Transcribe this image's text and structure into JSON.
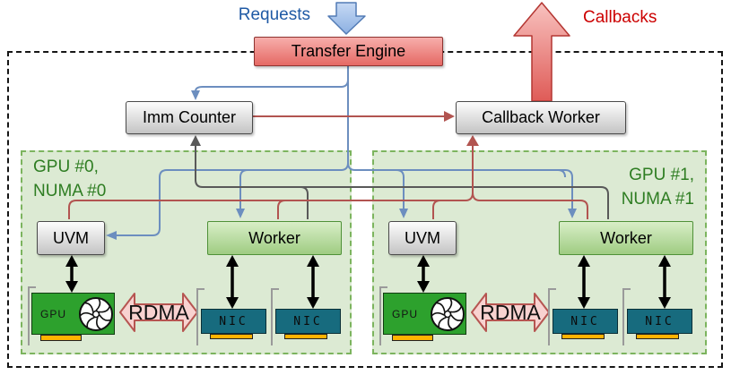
{
  "flow_labels": {
    "requests": "Requests",
    "callbacks": "Callbacks"
  },
  "nodes": {
    "transfer_engine": "Transfer Engine",
    "imm_counter": "Imm Counter",
    "callback_worker": "Callback Worker"
  },
  "groups": [
    {
      "label_line1": "GPU #0,",
      "label_line2": "NUMA #0",
      "uvm": "UVM",
      "worker": "Worker",
      "gpu_card": "GPU",
      "rdma": "RDMA",
      "nic1": "NIC",
      "nic2": "NIC"
    },
    {
      "label_line1": "GPU #1,",
      "label_line2": "NUMA #1",
      "uvm": "UVM",
      "worker": "Worker",
      "gpu_card": "GPU",
      "rdma": "RDMA",
      "nic1": "NIC",
      "nic2": "NIC"
    }
  ],
  "icons": {
    "requests_arrow": "fat-arrow-down",
    "callbacks_arrow": "fat-arrow-up",
    "rdma_arrow": "double-arrow-horizontal",
    "bus_arrow": "double-arrow-vertical",
    "gpu_fan": "fan-swirl"
  },
  "colors": {
    "request_line_blue": "#6c8ebf",
    "counter_line_gray": "#595959",
    "callback_line_red": "#b25450",
    "transfer_engine_fill": "#e56964",
    "callbacks_text_red": "#cc0000",
    "requests_text_blue": "#1f5aa5",
    "numa_fill_green": "#dcead3",
    "numa_border_green": "#7cb45e",
    "numa_text_green": "#2e7d22",
    "gpu_card_green": "#2da12d",
    "nic_teal": "#176b7e",
    "pcb_tab_gold": "#ffb300",
    "worker_fill_green": "#9fcc82"
  }
}
